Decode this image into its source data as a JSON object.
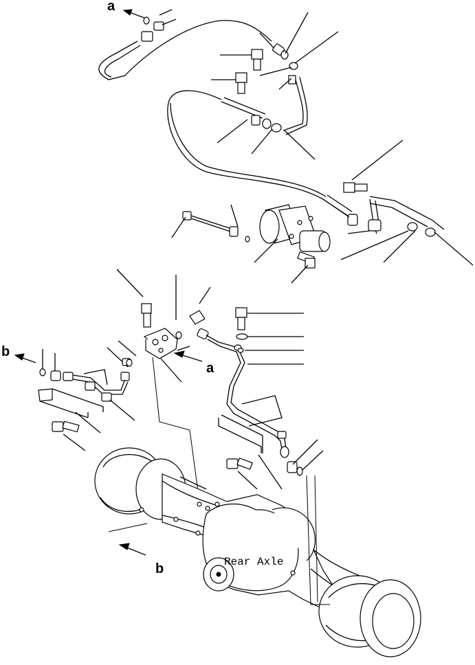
{
  "diagram": {
    "callouts": {
      "a_top": "a",
      "a_mid": "a",
      "b_left": "b",
      "b_bottom": "b"
    },
    "axle_label": "Rear Axle"
  }
}
